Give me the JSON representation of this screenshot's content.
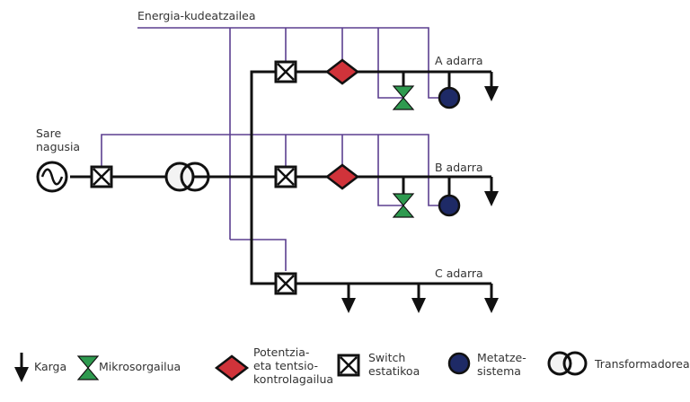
{
  "diagram": {
    "title": "Mikrosare baten eskema",
    "labels": {
      "energy_manager": "Energia-kudeatzailea",
      "main_grid_line1": "Sare",
      "main_grid_line2": "nagusia",
      "branch_a": "A adarra",
      "branch_b": "B adarra",
      "branch_c": "C adarra"
    },
    "colors": {
      "control_line": "#5b3f8f",
      "power_line": "#111111",
      "controller": "#d0333a",
      "microsource": "#2e9a4f",
      "storage": "#1e2a66",
      "transformer_fill": "#f3f3f3"
    }
  },
  "legend": {
    "items": [
      {
        "icon": "load-arrow-icon",
        "lines": [
          "Karga"
        ]
      },
      {
        "icon": "microsource-icon",
        "lines": [
          "Mikrosorgailua"
        ]
      },
      {
        "icon": "controller-diamond-icon",
        "lines": [
          "Potentzia-",
          "eta tentsio-",
          "kontrolagailua"
        ]
      },
      {
        "icon": "static-switch-icon",
        "lines": [
          "Switch",
          "estatikoa"
        ]
      },
      {
        "icon": "storage-icon",
        "lines": [
          "Metatze-",
          "sistema"
        ]
      },
      {
        "icon": "transformer-icon",
        "lines": [
          "Transformadorea"
        ]
      }
    ]
  }
}
